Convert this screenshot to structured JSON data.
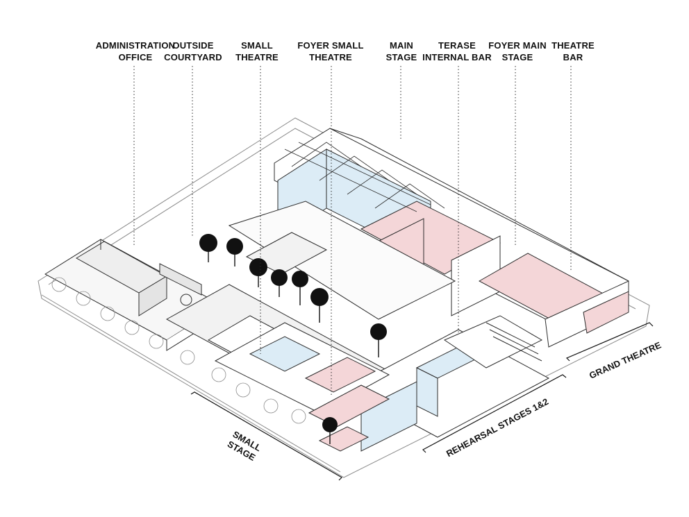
{
  "top_labels": [
    {
      "id": "administration-office",
      "lines": [
        "ADMINISTRATION",
        "OFFICE"
      ]
    },
    {
      "id": "outside-courtyard",
      "lines": [
        "OUTSIDE",
        "COURTYARD"
      ]
    },
    {
      "id": "small-theatre",
      "lines": [
        "SMALL",
        "THEATRE"
      ]
    },
    {
      "id": "foyer-small-theatre",
      "lines": [
        "FOYER SMALL",
        "THEATRE"
      ]
    },
    {
      "id": "main-stage",
      "lines": [
        "MAIN",
        "STAGE"
      ]
    },
    {
      "id": "terase-internal-bar",
      "lines": [
        "TERASE",
        "INTERNAL BAR"
      ]
    },
    {
      "id": "foyer-main-stage",
      "lines": [
        "FOYER MAIN",
        "STAGE"
      ]
    },
    {
      "id": "theatre-bar",
      "lines": [
        "THEATRE",
        "BAR"
      ]
    }
  ],
  "side_labels": {
    "small_stage": [
      "SMALL",
      "STAGE"
    ],
    "rehearsal_stages": "REHEARSAL STAGES 1&2",
    "grand_theatre": "GRAND THEATRE"
  },
  "colors": {
    "line": "#2b2b2b",
    "thin_line": "#8a8a8a",
    "light_blue": "#dcecf6",
    "light_pink": "#f4d6d8",
    "grey_fill": "#eeeeee",
    "tree": "#111111"
  }
}
